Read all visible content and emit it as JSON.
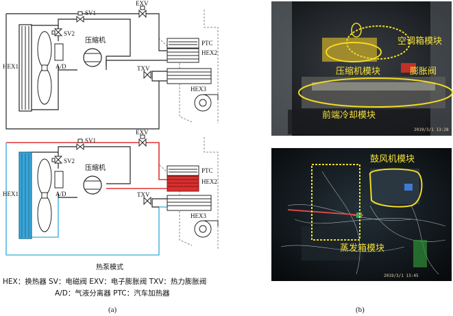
{
  "diagram_top": {
    "labels": {
      "exv": "EXV",
      "sv1": "SV1",
      "sv2": "SV2",
      "compressor": "压缩机",
      "ad": "A/D",
      "hex1": "HEX1",
      "ptc": "PTC",
      "hex2": "HEX2",
      "txv": "TXV",
      "hex3": "HEX3"
    }
  },
  "diagram_bottom": {
    "labels": {
      "exv": "EXV",
      "sv1": "SV1",
      "sv2": "SV2",
      "compressor": "压缩机",
      "ad": "A/D",
      "hex1": "HEX1",
      "ptc": "PTC",
      "hex2": "HEX2",
      "txv": "TXV",
      "hex3": "HEX3"
    },
    "mode_title": "热泵模式",
    "colors": {
      "hot_line": "#e03030",
      "cold_line": "#55b8e0",
      "hex1_fill": "#3aa6d8",
      "hex2_fill": "#d63030"
    }
  },
  "legend": {
    "line1": "HEX：换热器    SV：电磁阀    EXV：电子膨胀阀    TXV：热力膨胀阀",
    "line2": "A/D：气液分离器    PTC：汽车加热器"
  },
  "panel_labels": {
    "a": "(a)",
    "b": "(b)"
  },
  "photo_top": {
    "labels": {
      "hvac": "空调箱模块",
      "compressor": "压缩机模块",
      "expansion": "膨胀阀",
      "front": "前端冷却模块"
    },
    "timestamp": "2019/3/1 13:28"
  },
  "photo_bottom": {
    "labels": {
      "blower": "鼓风机模块",
      "evaporator": "蒸发箱模块"
    },
    "timestamp": "2019/3/1 13:45"
  }
}
